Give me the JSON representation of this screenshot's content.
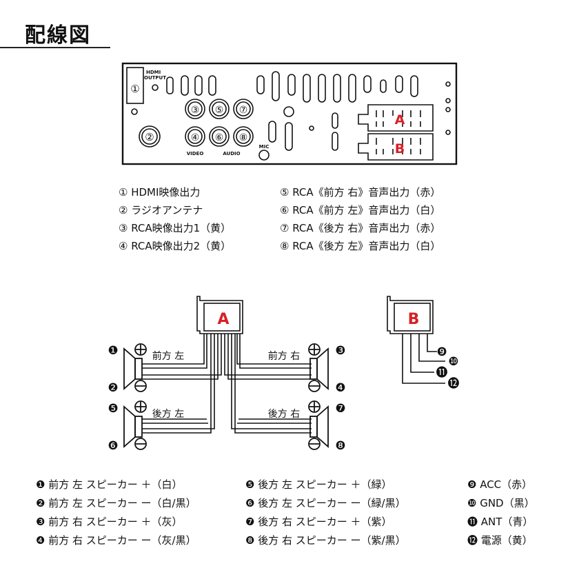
{
  "title": "配線図",
  "panel": {
    "hdmi_label": "HDMI\nOUTPUT",
    "hdmi_line1": "HDMI",
    "hdmi_line2": "OUTPUT",
    "video_label": "VIDEO",
    "audio_label": "AUDIO",
    "mic_label": "MIC",
    "port_numbers": [
      "①",
      "②",
      "③",
      "④",
      "⑤",
      "⑥",
      "⑦",
      "⑧"
    ],
    "connector_a": "A",
    "connector_b": "B"
  },
  "rca_legend_left": [
    "① HDMI映像出力",
    "② ラジオアンテナ",
    "③ RCA映像出力1（黄）",
    "④ RCA映像出力2（黄）"
  ],
  "rca_legend_right": [
    "⑤ RCA《前方 右》音声出力（赤）",
    "⑥ RCA《前方 左》音声出力（白）",
    "⑦ RCA《後方 右》音声出力（赤）",
    "⑧ RCA《後方 左》音声出力（白）"
  ],
  "wiring": {
    "harness_a": "A",
    "harness_b": "B",
    "speaker_labels": [
      "前方 左",
      "前方 右",
      "後方 左",
      "後方 右"
    ],
    "wire_numbers": [
      "❶",
      "❷",
      "❸",
      "❹",
      "❺",
      "❻",
      "❼",
      "❽"
    ],
    "b_wire_numbers": [
      "❾",
      "❿",
      "⓫",
      "⓬"
    ],
    "plus": "+",
    "minus": "−"
  },
  "wire_legend_col1": [
    "❶ 前方 左 スピーカー ＋（白）",
    "❷ 前方 左 スピーカー ー（白/黒）",
    "❸ 前方 右 スピーカー ＋（灰）",
    "❹ 前方 右 スピーカー ー（灰/黒）"
  ],
  "wire_legend_col2": [
    "❺ 後方 左 スピーカー ＋（緑）",
    "❻ 後方 左 スピーカー ー（緑/黒）",
    "❼ 後方 右 スピーカー ＋（紫）",
    "❽ 後方 右 スピーカー ー（紫/黒）"
  ],
  "wire_legend_col3": [
    "❾ ACC（赤）",
    "❿ GND（黒）",
    "⓫ ANT（青）",
    "⓬ 電源（黄）"
  ],
  "colors": {
    "accent_red": "#d81f26",
    "line": "#111111"
  }
}
